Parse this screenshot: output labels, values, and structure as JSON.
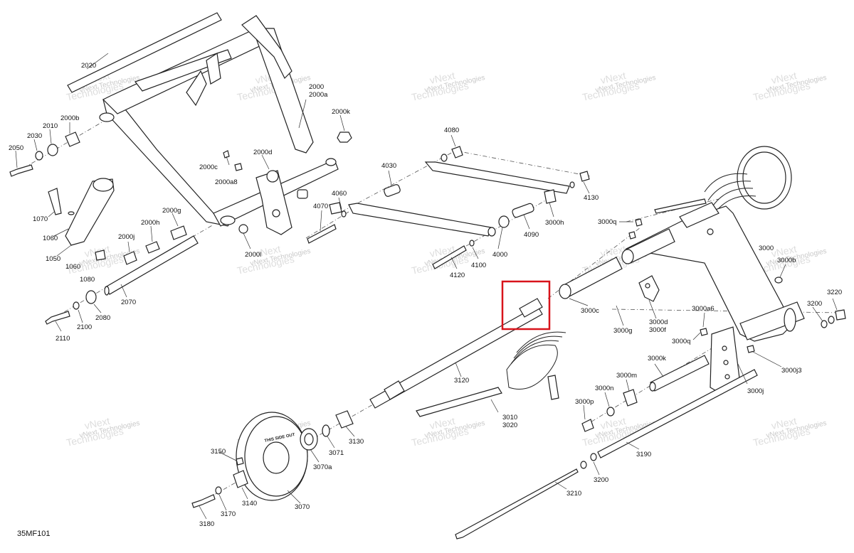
{
  "diagram_code": "35MF101",
  "watermark": {
    "line1": "vNext",
    "line2": "Technologies",
    "full": "vNext Technologies"
  },
  "wheel_stamp": "THIS SIDE OUT",
  "highlight_color": "#d8141b",
  "callouts": {
    "p2020": "2020",
    "p2000": "2000",
    "p2000a": "2000a",
    "p2000b": "2000b",
    "p2010": "2010",
    "p2030": "2030",
    "p2050": "2050",
    "p2000k": "2000k",
    "p2000c": "2000c",
    "p2000d": "2000d",
    "p2000a8": "2000a8",
    "p1070": "1070",
    "p1060a": "1060",
    "p1050": "1050",
    "p1060b": "1060",
    "p1080": "1080",
    "p2000g": "2000g",
    "p2000h": "2000h",
    "p2000j": "2000j",
    "p2000l": "2000l",
    "p2070": "2070",
    "p2080": "2080",
    "p2100": "2100",
    "p2110": "2110",
    "p4080": "4080",
    "p4030": "4030",
    "p4060": "4060",
    "p4070": "4070",
    "p4130": "4130",
    "p3000h": "3000h",
    "p4090": "4090",
    "p4000": "4000",
    "p4100": "4100",
    "p4120": "4120",
    "p3000q1": "3000q",
    "p3000": "3000",
    "p3000b": "3000b",
    "p3000c": "3000c",
    "p3000g": "3000g",
    "p3000d": "3000d",
    "p3000f": "3000f",
    "p3000a6": "3000a6",
    "p3000q2": "3000q",
    "p3220": "3220",
    "p3200a": "3200",
    "p3000j3": "3000j3",
    "p3000j": "3000j",
    "p3000k": "3000k",
    "p3000m": "3000m",
    "p3000n": "3000n",
    "p3000p": "3000p",
    "p3120": "3120",
    "p3010": "3010",
    "p3020": "3020",
    "p3130": "3130",
    "p3071": "3071",
    "p3070a": "3070a",
    "p3150": "3150",
    "p3140": "3140",
    "p3070": "3070",
    "p3170": "3170",
    "p3180": "3180",
    "p3190": "3190",
    "p3200b": "3200",
    "p3210": "3210"
  }
}
